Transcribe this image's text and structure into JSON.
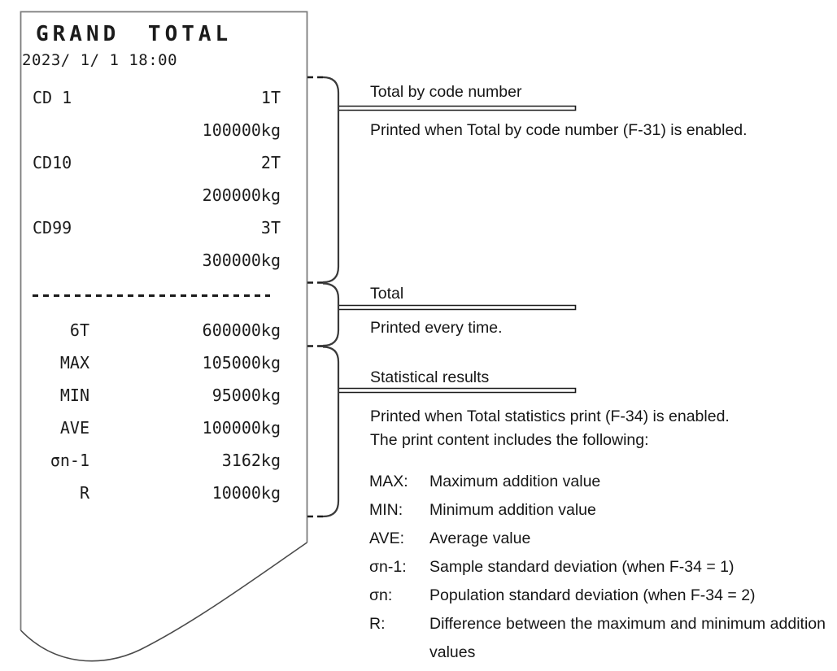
{
  "receipt": {
    "title": "GRAND TOTAL",
    "datetime": "2023/ 1/ 1 18:00",
    "code_totals": [
      {
        "code": "CD 1",
        "count": "1T",
        "weight": "100000kg"
      },
      {
        "code": "CD10",
        "count": "2T",
        "weight": "200000kg"
      },
      {
        "code": "CD99",
        "count": "3T",
        "weight": "300000kg"
      }
    ],
    "grand_total": {
      "label": "6T",
      "weight": "600000kg"
    },
    "statistics": [
      {
        "label": "MAX",
        "value": "105000kg"
      },
      {
        "label": "MIN",
        "value": "95000kg"
      },
      {
        "label": "AVE",
        "value": "100000kg"
      },
      {
        "label": "σn-1",
        "value": "3162kg"
      },
      {
        "label": "R",
        "value": "10000kg"
      }
    ]
  },
  "annotations": {
    "code_total": {
      "heading": "Total by code number",
      "body": "Printed when Total by code number (F-31) is enabled."
    },
    "total": {
      "heading": "Total",
      "body": "Printed every time."
    },
    "stats": {
      "heading": "Statistical results",
      "body_line1": "Printed when Total statistics print (F-34) is enabled.",
      "body_line2": "The print content includes the following:"
    }
  },
  "definitions": [
    {
      "term": "MAX:",
      "def": "Maximum addition value"
    },
    {
      "term": "MIN:",
      "def": "Minimum addition value"
    },
    {
      "term": "AVE:",
      "def": "Average value"
    },
    {
      "term": "σn-1:",
      "def": "Sample standard deviation (when F-34 = 1)"
    },
    {
      "term": "σn:",
      "def": "Population standard deviation (when F-34 = 2)"
    },
    {
      "term": "R:",
      "def": "Difference between the maximum and minimum addition values"
    }
  ],
  "colors": {
    "paper_border": "#7c7c7c",
    "ink": "#1b1b1b",
    "bracket": "#3a3a3a"
  }
}
